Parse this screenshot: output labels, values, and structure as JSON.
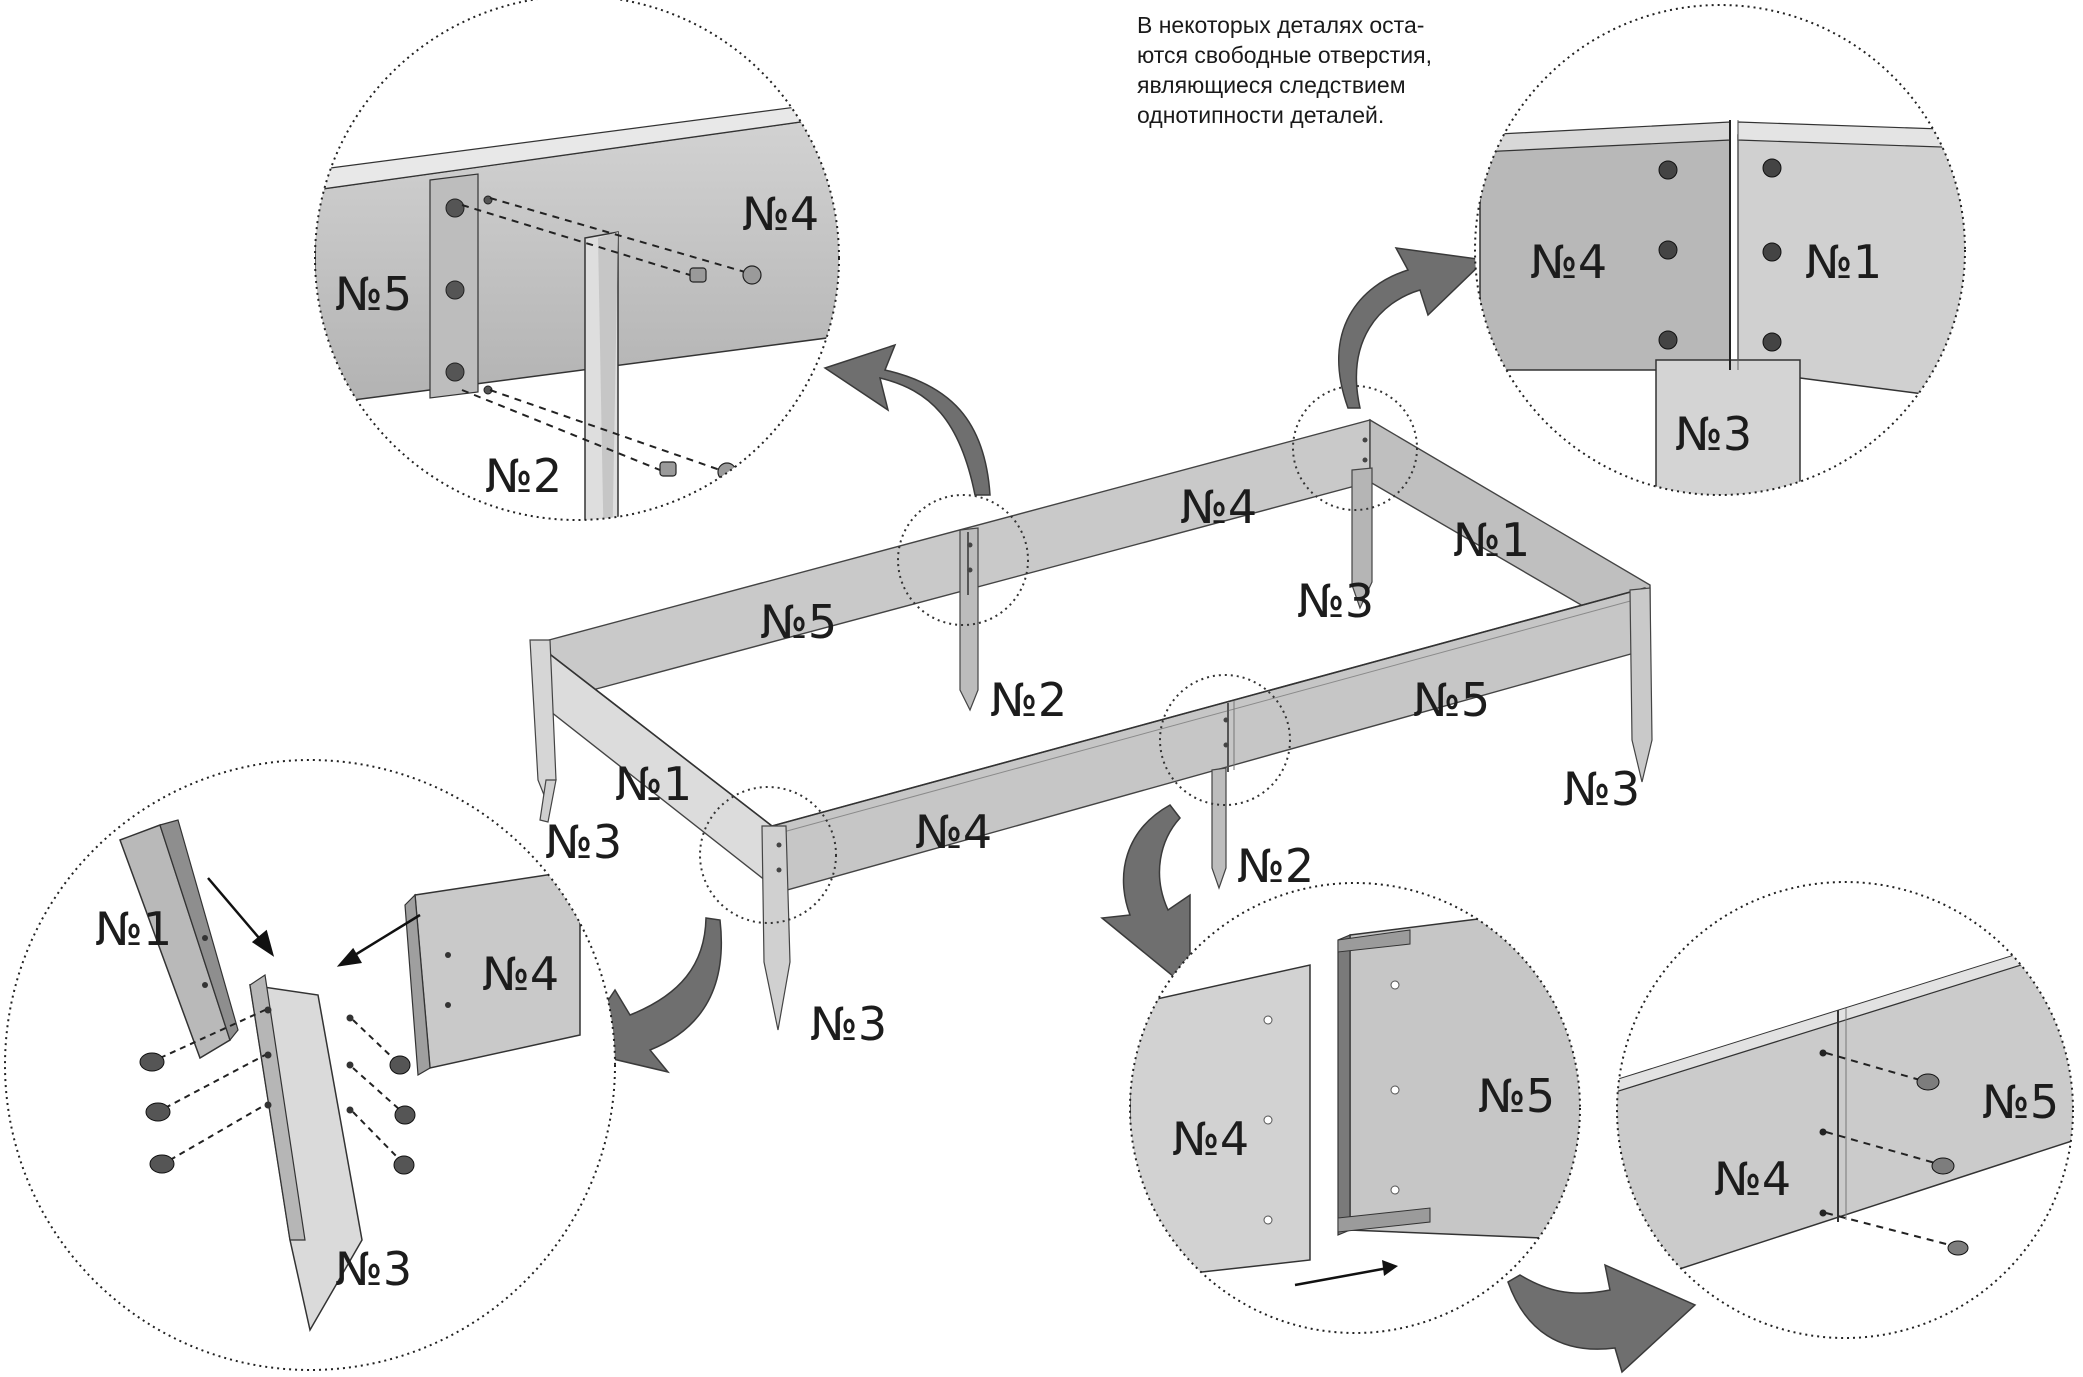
{
  "note": {
    "lines": [
      "В некоторых деталях оста-",
      "ются свободные отверстия,",
      "являющиеся следствием",
      "однотипности деталей."
    ]
  },
  "frame_labels": {
    "p5_back": "№5",
    "p4_back": "№4",
    "p1_right": "№1",
    "p3_back_right": "№3",
    "p2_back": "№2",
    "p5_front": "№5",
    "p1_left": "№1",
    "p3_left": "№3",
    "p4_front": "№4",
    "p2_front": "№2",
    "p3_front_right": "№3",
    "p3_front": "№3"
  },
  "detail_top_left": {
    "p5": "№5",
    "p4": "№4",
    "p2": "№2"
  },
  "detail_top_right": {
    "p4": "№4",
    "p1": "№1",
    "p3": "№3"
  },
  "detail_bottom_left": {
    "p1": "№1",
    "p4": "№4",
    "p3": "№3"
  },
  "detail_bottom_mid": {
    "p4": "№4",
    "p5": "№5"
  },
  "detail_bottom_right": {
    "p4": "№4",
    "p5": "№5"
  },
  "colors": {
    "panel": "#c4c4c4",
    "panel_light": "#dcdcdc",
    "panel_dark": "#9a9a9a",
    "arrow": "#6e6e6e",
    "outline": "#2b2b2b"
  }
}
